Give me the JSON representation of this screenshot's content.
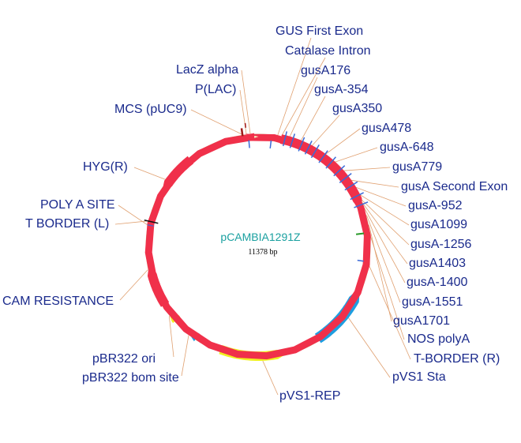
{
  "plasmid": {
    "name": "pCAMBIA1291Z",
    "size_label": "11378 bp",
    "backbone_color": "#e8e8a0",
    "colors": {
      "red": "#f0304a",
      "yellow": "#f0f020",
      "blue": "#1e9ee0",
      "marker_blue": "#3a6ad8",
      "marker_green": "#2a9a2a",
      "marker_black": "#111111",
      "dark_red": "#a01818"
    }
  },
  "labels": {
    "gus_first_exon": "GUS First Exon",
    "catalase_intron": "Catalase Intron",
    "gusa176": "gusA176",
    "gusa_354": "gusA-354",
    "gusa350": "gusA350",
    "gusa478": "gusA478",
    "gusa_648": "gusA-648",
    "gusa779": "gusA779",
    "gusa_second_exon": "gusA Second Exon",
    "gusa_952": "gusA-952",
    "gusa1099": "gusA1099",
    "gusa_1256": "gusA-1256",
    "gusa1403": "gusA1403",
    "gusa_1400": "gusA-1400",
    "gusa_1551": "gusA-1551",
    "gusa1701": "gusA1701",
    "nos_polya": "NOS polyA",
    "t_border_r": "T-BORDER (R)",
    "pvs1_sta": "pVS1 Sta",
    "pvs1_rep": "pVS1-REP",
    "pbr322_bom": "pBR322 bom site",
    "pbr322_ori": "pBR322 ori",
    "cam_resistance": "CAM RESISTANCE",
    "t_border_l": "T BORDER (L)",
    "poly_a_site": "POLY A SITE",
    "hyg": "HYG(R)",
    "mcs": "MCS (pUC9)",
    "p_lac": "P(LAC)",
    "lacz_alpha": "LacZ alpha"
  }
}
